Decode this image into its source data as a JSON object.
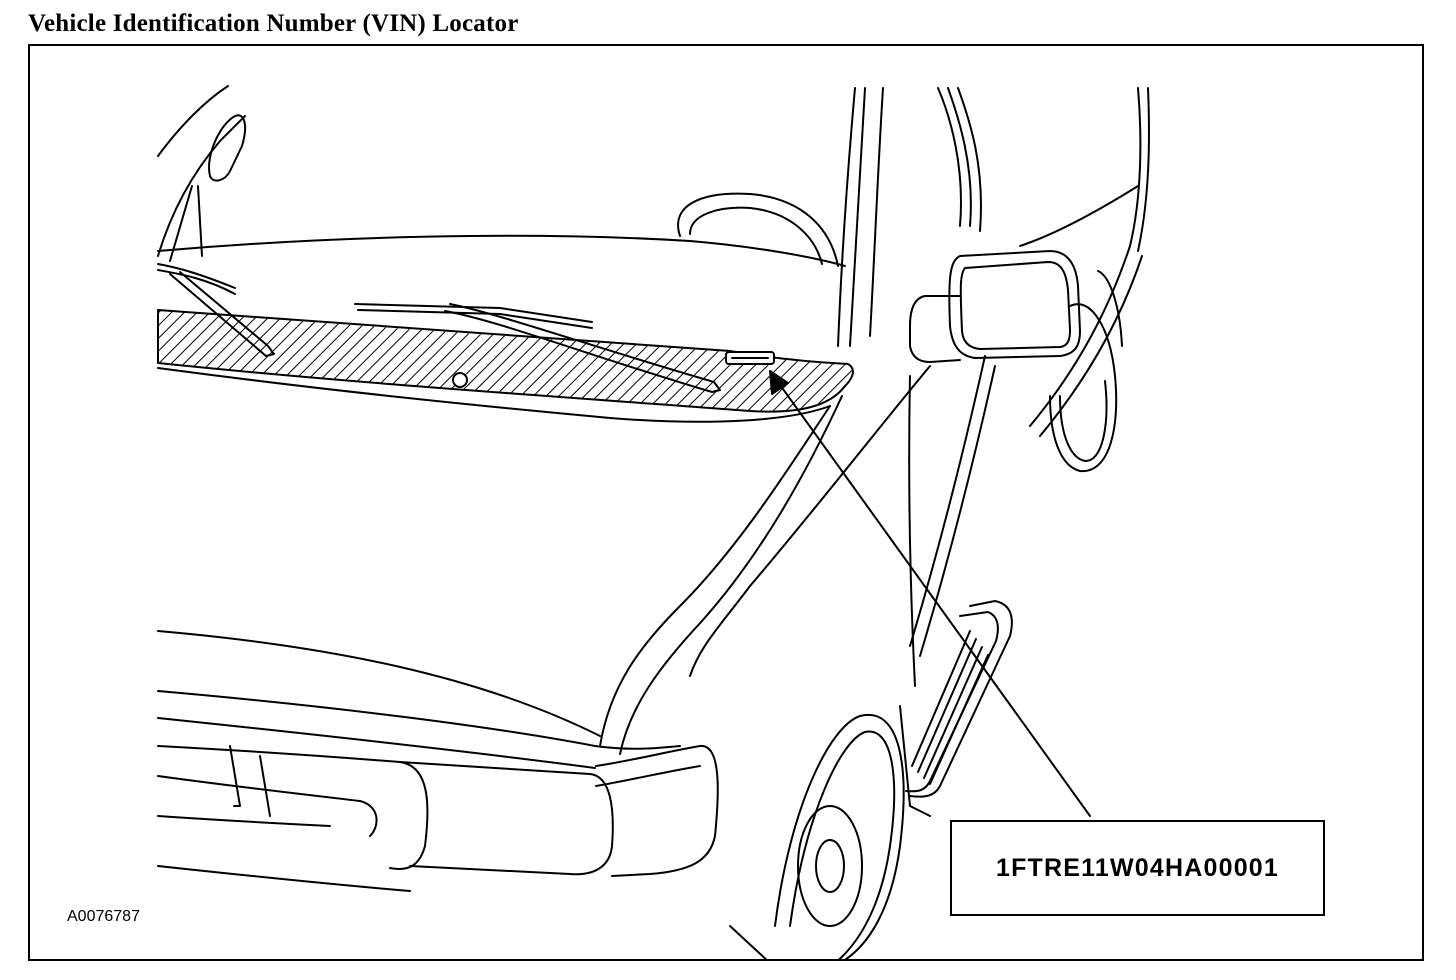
{
  "header": {
    "title": "Vehicle Identification Number (VIN) Locator"
  },
  "callout": {
    "vin": "1FTRE11W04HA00001"
  },
  "figure": {
    "id": "A0076787"
  }
}
